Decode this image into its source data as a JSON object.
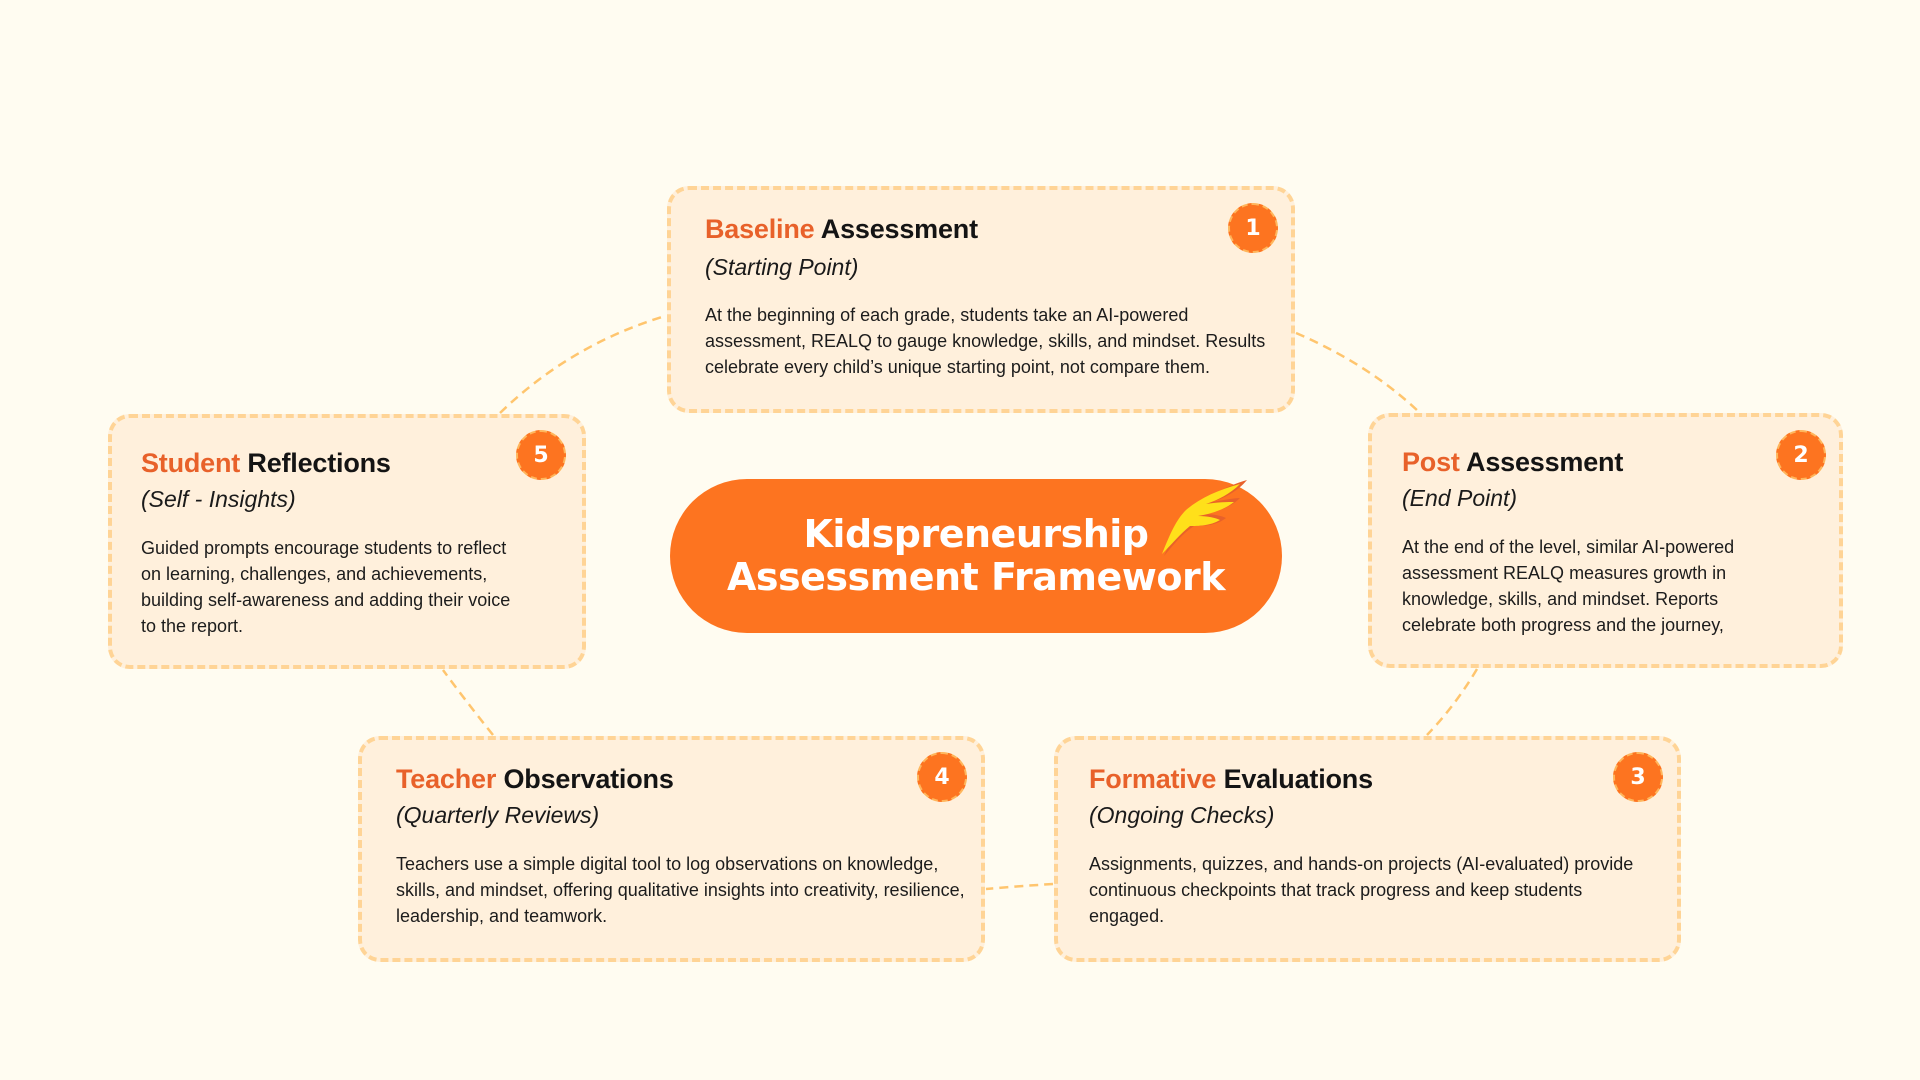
{
  "colors": {
    "background": "#FFFCF1",
    "card_fill": "#FFF0DC",
    "card_border": "#FFD496",
    "accent_text": "#E8612A",
    "badge_fill": "#FD7420",
    "pill_fill": "#FD7420",
    "connector": "#FFC56E"
  },
  "center": {
    "line1": "Kidspreneurship",
    "line2": "Assessment Framework",
    "icon": "wing-icon"
  },
  "cards": [
    {
      "step": "1",
      "title_accent": "Baseline",
      "title_rest": "Assessment",
      "subtitle": "(Starting Point)",
      "body": "At the beginning of each grade, students take an AI-powered assessment, REALQ to gauge knowledge, skills, and mindset. Results celebrate every child’s unique starting point, not compare them."
    },
    {
      "step": "2",
      "title_accent": "Post",
      "title_rest": "Assessment",
      "subtitle": "(End Point)",
      "body": "At the end of the level, similar AI-powered assessment REALQ measures growth in knowledge, skills, and mindset. Reports celebrate both progress and the journey,"
    },
    {
      "step": "3",
      "title_accent": "Formative",
      "title_rest": "Evaluations",
      "subtitle": "(Ongoing Checks)",
      "body": "Assignments, quizzes, and hands-on projects (AI-evaluated) provide continuous checkpoints that track progress and keep students engaged."
    },
    {
      "step": "4",
      "title_accent": "Teacher",
      "title_rest": "Observations",
      "subtitle": "(Quarterly Reviews)",
      "body": "Teachers use a simple digital tool to log observations on knowledge, skills, and mindset, offering qualitative insights into creativity, resilience, leadership, and teamwork."
    },
    {
      "step": "5",
      "title_accent": "Student",
      "title_rest": "Reflections",
      "subtitle": "(Self - Insights)",
      "body": "Guided prompts encourage students to reflect on learning, challenges, and achievements, building self-awareness and adding their voice to the report."
    }
  ]
}
